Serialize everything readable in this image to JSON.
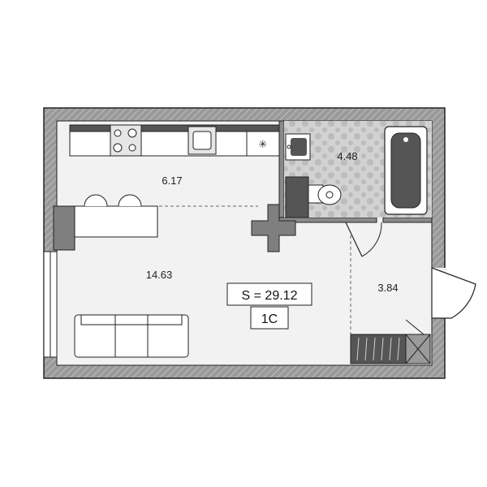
{
  "floorplan": {
    "rooms": {
      "kitchen_area": "6.17",
      "living_area": "14.63",
      "bathroom_area": "4.48",
      "hall_area": "3.84"
    },
    "summary": {
      "total": "S = 29.12",
      "type": "1С"
    },
    "colors": {
      "wall_fill": "#8a8a8a",
      "wall_stroke": "#222222",
      "floor": "#f1f1f1",
      "bath_tile": "#cfcfcf",
      "furniture": "#e6e6e6",
      "dark_fixture": "#555555",
      "column_fill": "#7f7f7f"
    }
  }
}
